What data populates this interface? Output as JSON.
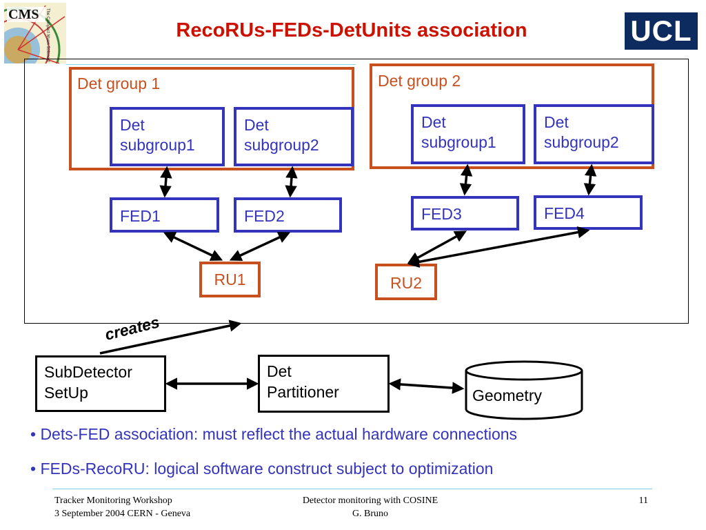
{
  "title": "RecoRUs-FEDs-DetUnits association",
  "logos": {
    "cms": "CMS",
    "cms_subtitle": "The Compact Muon Solenoid",
    "ucl": "UCL"
  },
  "group1": {
    "label": "Det group 1",
    "sub1": [
      "Det",
      "subgroup1"
    ],
    "sub2": [
      "Det",
      "subgroup2"
    ]
  },
  "group2": {
    "label": "Det group 2",
    "sub1": [
      "Det",
      "subgroup1"
    ],
    "sub2": [
      "Det",
      "subgroup2"
    ]
  },
  "feds": [
    "FED1",
    "FED2",
    "FED3",
    "FED4"
  ],
  "rus": [
    "RU1",
    "RU2"
  ],
  "creates": "creates",
  "subdetector": [
    "SubDetector",
    "SetUp"
  ],
  "partitioner": [
    "Det",
    "Partitioner"
  ],
  "geometry": "Geometry",
  "bullets": [
    "• Dets-FED association: must reflect the actual hardware connections",
    "• FEDs-RecoRU: logical software construct subject to optimization"
  ],
  "footer": {
    "left": [
      "Tracker Monitoring Workshop",
      "3 September 2004  CERN - Geneva"
    ],
    "center": [
      "Detector monitoring with COSINE",
      "G. Bruno"
    ],
    "page": "11"
  },
  "colors": {
    "title": "#cc1100",
    "group": "#c8501e",
    "box": "#3333bb",
    "ucl": "#0d2b5e",
    "rule": "#7fd6e6"
  }
}
